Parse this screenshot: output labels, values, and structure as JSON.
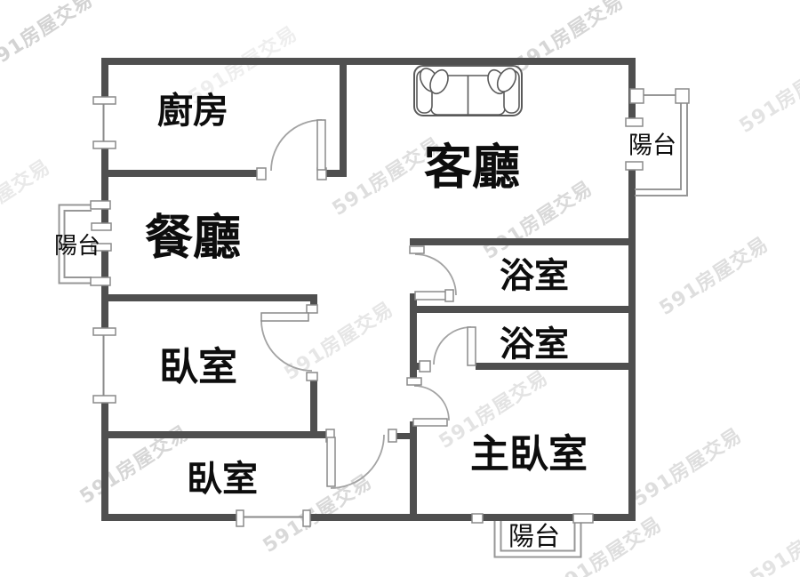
{
  "plan": {
    "title": "apartment-floor-plan",
    "rooms": {
      "kitchen": "廚房",
      "living_room": "客廳",
      "dining_room": "餐廳",
      "bathroom_1": "浴室",
      "bathroom_2": "浴室",
      "bedroom_1": "臥室",
      "bedroom_2": "臥室",
      "master_bedroom": "主臥室",
      "balcony_left": "陽台",
      "balcony_right": "陽台",
      "balcony_bottom": "陽台"
    },
    "furniture": [
      "sofa"
    ]
  },
  "watermark": {
    "text": "591房屋交易"
  },
  "colors": {
    "wall": "#4f4f4f",
    "line": "#8a8a8a",
    "label": "#0d0d0d",
    "watermark": "#c9c9c9",
    "background": "#ffffff"
  }
}
